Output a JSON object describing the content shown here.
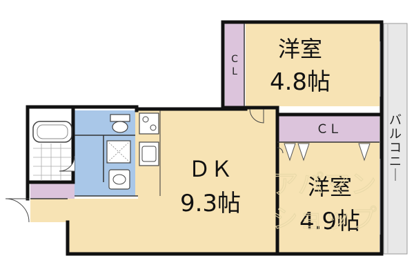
{
  "floor_plan": {
    "rooms": {
      "bedroom_upper": {
        "name": "洋室",
        "size": "4.8帖"
      },
      "bedroom_lower": {
        "name": "洋室",
        "size": "4.9帖"
      },
      "dining_kitchen": {
        "name": "ＤＫ",
        "size": "9.3帖"
      }
    },
    "closets": {
      "closet_upper": "C\nL",
      "closet_middle": "ＣＬ"
    },
    "balcony": "バルコニー"
  },
  "colors": {
    "room_fill": "#f7e3b4",
    "closet_fill": "#dcc4dc",
    "wet_area_fill": "#a9c7e8",
    "balcony_fill": "#e8e8e8",
    "wall": "#111111"
  },
  "watermark": "アパマンショップ"
}
